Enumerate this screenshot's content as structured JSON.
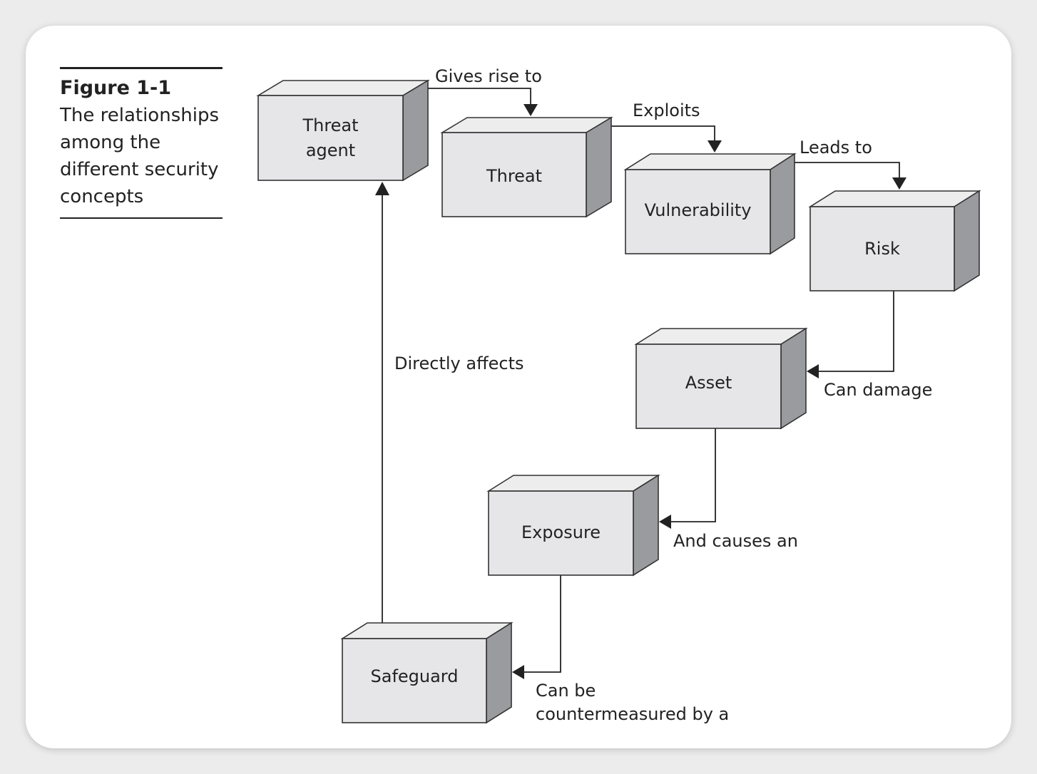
{
  "caption": {
    "figure_number": "Figure 1-1",
    "lines": [
      "The relationships",
      "among the",
      "different security",
      "concepts"
    ]
  },
  "nodes": {
    "threat_agent": [
      "Threat",
      "agent"
    ],
    "threat": [
      "Threat"
    ],
    "vulnerability": [
      "Vulnerability"
    ],
    "risk": [
      "Risk"
    ],
    "asset": [
      "Asset"
    ],
    "exposure": [
      "Exposure"
    ],
    "safeguard": [
      "Safeguard"
    ]
  },
  "edges": {
    "gives_rise_to": [
      "Gives rise to"
    ],
    "exploits": [
      "Exploits"
    ],
    "leads_to": [
      "Leads to"
    ],
    "can_damage": [
      "Can damage"
    ],
    "and_causes_an": [
      "And causes an"
    ],
    "countermeasured": [
      "Can be",
      "countermeasured by a"
    ],
    "directly_affects": [
      "Directly affects"
    ]
  }
}
